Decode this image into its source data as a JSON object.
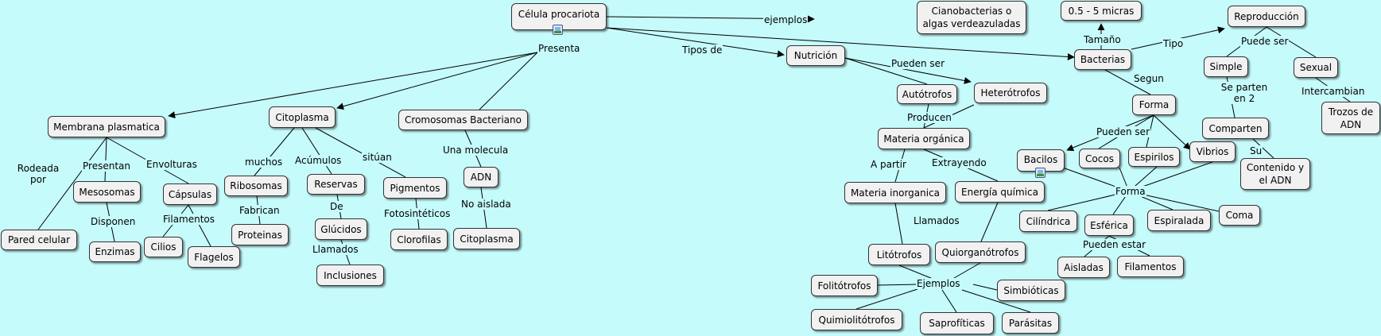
{
  "nodes": {
    "celula": "Célula procariota",
    "cianobacterias": "Cianobacterias o algas verdeazuladas",
    "tamano": "0.5 - 5 micras",
    "reproduccion": "Reproducción",
    "bacterias": "Bacterias",
    "nutricion": "Nutrición",
    "simple": "Simple",
    "sexual": "Sexual",
    "trozos": "Trozos de ADN",
    "autotrofos": "Autótrofos",
    "heterotrofos": "Heterótrofos",
    "forma1": "Forma",
    "comparten": "Comparten",
    "contenido": "Contenido y el ADN",
    "materia_org": "Materia orgánica",
    "bacilos": "Bacilos",
    "cocos": "Cocos",
    "espirilos": "Espirilos",
    "vibrios": "Vibrios",
    "membrana": "Membrana plasmatica",
    "citoplasma": "Citoplasma",
    "cromosomas": "Cromosomas Bacteriano",
    "materia_inorg": "Materia inorganica",
    "energia": "Energía química",
    "mesosomas": "Mesosomas",
    "capsulas": "Cápsulas",
    "ribosomas": "Ribosomas",
    "reservas": "Reservas",
    "pigmentos": "Pigmentos",
    "adn": "ADN",
    "cilindrica": "Cilíndrica",
    "esferica": "Esférica",
    "espiralada": "Espiralada",
    "coma": "Coma",
    "glucidos": "Glúcidos",
    "proteinas": "Proteinas",
    "clorofilas": "Clorofilas",
    "citoplasma2": "Citoplasma",
    "pared": "Pared celular",
    "enzimas": "Enzimas",
    "cilios": "Cilios",
    "flagelos": "Flagelos",
    "inclusiones": "Inclusiones",
    "litotrofos": "Litótrofos",
    "quiorg": "Quiorganótrofos",
    "aisladas": "Aisladas",
    "filamentos2": "Filamentos",
    "folitotrofos": "Folitótrofos",
    "simbioticas": "Simbióticas",
    "quimio": "Quimiolitótrofos",
    "saprofiticas": "Saprofíticas",
    "parasitas": "Parásitas"
  },
  "labels": {
    "ejemplos1": "ejemplos",
    "tipos_de": "Tipos de",
    "presenta": "Presenta",
    "tamano": "Tamaño",
    "tipo": "Tipo",
    "puede_ser": "Puede ser",
    "pueden_ser1": "Pueden ser",
    "segun": "Segun",
    "intercambian": "Intercambian",
    "se_parten": "Se parten en 2",
    "producen": "Producen",
    "pueden_ser2": "Pueden ser",
    "su": "Su",
    "a_partir": "A partir",
    "extrayendo": "Extrayendo",
    "rodeada": "Rodeada por",
    "presentan": "Presentan",
    "envolturas": "Envolturas",
    "muchos": "muchos",
    "acumulos": "Acúmulos",
    "situan": "sitúan",
    "una_molecula": "Una molecula",
    "forma2": "Forma",
    "disponen": "Disponen",
    "filamentos1": "Filamentos",
    "fabrican": "Fabrican",
    "de": "De",
    "fotosinteticos": "Fotosintéticos",
    "no_aislada": "No aislada",
    "llamados1": "Llamados",
    "llamados2": "Llamados",
    "pueden_estar": "Pueden estar",
    "ejemplos2": "Ejemplos"
  },
  "icons": [
    "image-icon",
    "image-icon"
  ],
  "colors": {
    "background": "#c6fbfb",
    "node_fill": "#f1f1f1",
    "line": "#000000"
  }
}
